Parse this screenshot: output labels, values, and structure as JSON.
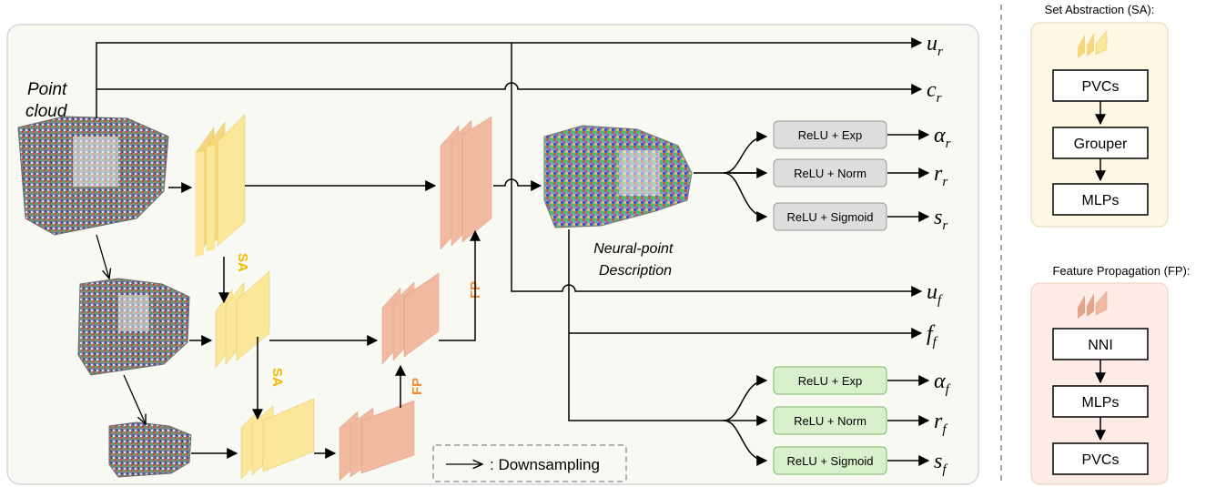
{
  "inputs": {
    "point_cloud_label": [
      "Point",
      "cloud"
    ]
  },
  "stages": {
    "sa_label": "SA",
    "fp_label": "FP"
  },
  "neural_point": {
    "label": [
      "Neural-point",
      "Description"
    ]
  },
  "legend": {
    "downsampling": ": Downsampling"
  },
  "heads_r": [
    {
      "op": "ReLU + Exp",
      "out_sym": "α",
      "out_sub": "r"
    },
    {
      "op": "ReLU + Norm",
      "out_sym": "r",
      "out_sub": "r"
    },
    {
      "op": "ReLU + Sigmoid",
      "out_sym": "s",
      "out_sub": "r"
    }
  ],
  "heads_f": [
    {
      "op": "ReLU + Exp",
      "out_sym": "α",
      "out_sub": "f"
    },
    {
      "op": "ReLU + Norm",
      "out_sym": "r",
      "out_sub": "f"
    },
    {
      "op": "ReLU + Sigmoid",
      "out_sym": "s",
      "out_sub": "f"
    }
  ],
  "outputs": {
    "u_r": {
      "sym": "u",
      "sub": "r"
    },
    "c_r": {
      "sym": "c",
      "sub": "r"
    },
    "u_f": {
      "sym": "u",
      "sub": "f"
    },
    "f_f": {
      "sym": "f",
      "sub": "f"
    }
  },
  "sa_panel": {
    "title": "Set Abstraction (SA):",
    "blocks": [
      "PVCs",
      "Grouper",
      "MLPs"
    ]
  },
  "fp_panel": {
    "title": "Feature Propagation (FP):",
    "blocks": [
      "NNI",
      "MLPs",
      "PVCs"
    ]
  },
  "colors": {
    "sa_front": "#fbe79a",
    "sa_mid": "#f3d77a",
    "fp_front": "#f0b9a0",
    "fp_mid": "#e3a58a",
    "sa_text": "#f5b800",
    "fp_text": "#ee8a32",
    "main_bg": "#f8f9f3",
    "sa_panel_bg": "#fdf7e4",
    "fp_panel_bg": "#fdece6",
    "gray_box": "#dddddd",
    "green_box": "#d9f0cd"
  }
}
